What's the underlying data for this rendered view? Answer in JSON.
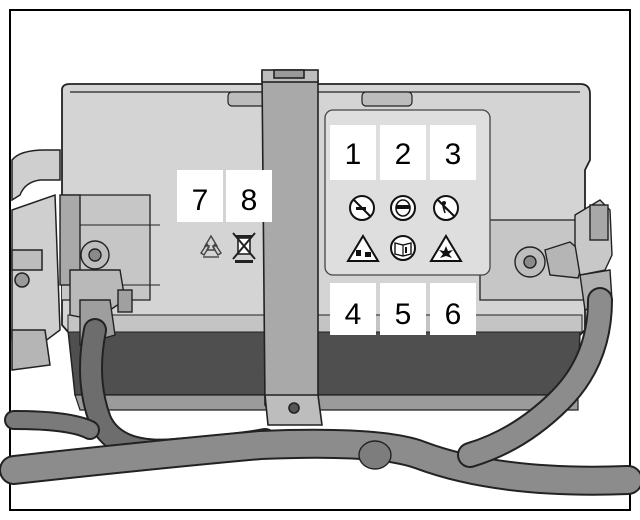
{
  "diagram": {
    "callouts": [
      {
        "label": "1",
        "symbol": "no-smoking-icon"
      },
      {
        "label": "2",
        "symbol": "eye-protection-icon"
      },
      {
        "label": "3",
        "symbol": "keep-children-away-icon"
      },
      {
        "label": "4",
        "symbol": "corrosive-warning-icon"
      },
      {
        "label": "5",
        "symbol": "read-manual-icon"
      },
      {
        "label": "6",
        "symbol": "explosive-warning-icon"
      },
      {
        "label": "7",
        "symbol": "recycle-icon"
      },
      {
        "label": "8",
        "symbol": "no-household-waste-icon"
      }
    ]
  },
  "colors": {
    "battery_body": "#d4d4d4",
    "battery_lower": "#4f4f4f",
    "strap": "#a9a9a9",
    "cable": "#8c8c8c",
    "outline": "#222222",
    "frame_border": "#000000"
  }
}
